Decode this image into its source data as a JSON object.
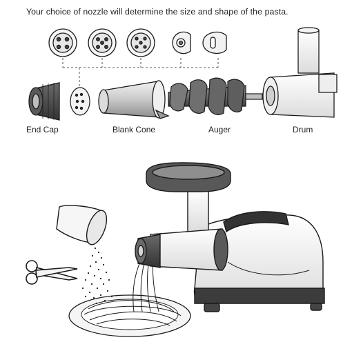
{
  "caption": "Your choice of nozzle will determine the size and shape of the pasta.",
  "labels": {
    "end_cap": "End Cap",
    "blank_cone": "Blank Cone",
    "auger": "Auger",
    "drum": "Drum"
  },
  "colors": {
    "line": "#1a1a1a",
    "dark_gray": "#4a4a4a",
    "mid_gray": "#8a8a8a",
    "light_gray": "#d9d9d9",
    "white": "#ffffff"
  }
}
